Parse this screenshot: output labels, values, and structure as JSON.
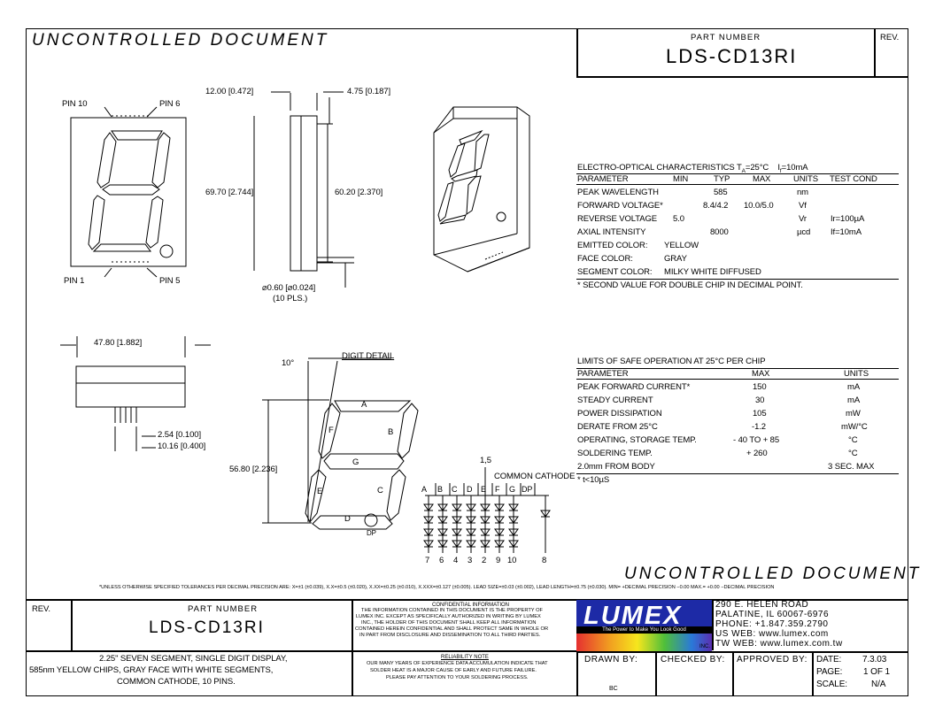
{
  "header": {
    "watermark": "UNCONTROLLED DOCUMENT",
    "part_number_label": "PART NUMBER",
    "part_number": "LDS-CD13RI",
    "rev_label": "REV."
  },
  "dims": {
    "pin10": "PIN 10",
    "pin6": "PIN 6",
    "pin1": "PIN 1",
    "pin5": "PIN 5",
    "depth": "12.00 [0.472]",
    "thick": "4.75 [0.187]",
    "height": "69.70 [2.744]",
    "inner": "60.20 [2.370]",
    "pin_dia": "⌀0.60 [⌀0.024]",
    "pin_count": "(10 PLS.)",
    "width": "47.80 [1.882]",
    "pitch": "2.54 [0.100]",
    "span": "10.16 [0.400]",
    "digit_h": "56.80 [2.236]",
    "angle": "10°",
    "digit_detail": "DIGIT DETAIL",
    "seg_a": "A",
    "seg_b": "B",
    "seg_c": "C",
    "seg_d": "D",
    "seg_e": "E",
    "seg_f": "F",
    "seg_g": "G",
    "dp": "DP"
  },
  "circuit": {
    "common_pins": "1,5",
    "common_label": "COMMON CATHODE",
    "segments": [
      "A",
      "B",
      "C",
      "D",
      "E",
      "F",
      "G",
      "DP"
    ],
    "pins": [
      "7",
      "6",
      "4",
      "3",
      "2",
      "9",
      "10",
      "8"
    ]
  },
  "eo": {
    "title": "ELECTRO-OPTICAL CHARACTERISTICS T",
    "title_sub": "A",
    "title_temp": "=25°C",
    "title_if": "I",
    "title_if_sub": "f",
    "title_if_val": "=10mA",
    "headers": [
      "PARAMETER",
      "MIN",
      "TYP",
      "MAX",
      "UNITS",
      "TEST COND"
    ],
    "rows": [
      [
        "PEAK WAVELENGTH",
        "",
        "585",
        "",
        "nm",
        ""
      ],
      [
        "FORWARD VOLTAGE*",
        "",
        "8.4/4.2",
        "10.0/5.0",
        "Vf",
        ""
      ],
      [
        "REVERSE VOLTAGE",
        "5.0",
        "",
        "",
        "Vr",
        "Ir=100µA"
      ],
      [
        "AXIAL INTENSITY",
        "",
        "8000",
        "",
        "µcd",
        "If=10mA"
      ]
    ],
    "emitted_label": "EMITTED COLOR:",
    "emitted": "YELLOW",
    "face_label": "FACE COLOR:",
    "face": "GRAY",
    "segment_label": "SEGMENT COLOR:",
    "segment": "MILKY WHITE DIFFUSED",
    "note": "* SECOND VALUE FOR DOUBLE CHIP IN DECIMAL POINT."
  },
  "limits": {
    "title": "LIMITS OF SAFE OPERATION AT 25°C PER CHIP",
    "headers": [
      "PARAMETER",
      "MAX",
      "UNITS"
    ],
    "rows": [
      [
        "PEAK FORWARD CURRENT*",
        "150",
        "mA"
      ],
      [
        "STEADY CURRENT",
        "30",
        "mA"
      ],
      [
        "POWER DISSIPATION",
        "105",
        "mW"
      ],
      [
        "DERATE FROM 25°C",
        "-1.2",
        "mW/°C"
      ],
      [
        "OPERATING, STORAGE TEMP.",
        "- 40 TO + 85",
        "°C"
      ],
      [
        "SOLDERING TEMP.",
        "+ 260",
        "°C"
      ],
      [
        "2.0mm FROM BODY",
        "",
        "3 SEC. MAX"
      ]
    ],
    "note": "* t<10µS"
  },
  "tolerance": "*UNLESS OTHERWISE SPECIFIED TOLERANCES PER DECIMAL PRECISION ARE: X=±1 (±0.039), X.X=±0.5 (±0.020), X.XX=±0.25 (±0.010), X.XXX=±0.127 (±0.005).  LEAD SIZE=±0.03 (±0.002), LEAD LENGTH=±0.75 (±0.030). MIN= +DECIMAL PRECISION −0.00  MAX.= +0.00 −DECIMAL PRECISION",
  "footer": {
    "rev_label": "REV.",
    "part_number_label": "PART NUMBER",
    "part_number": "LDS-CD13RI",
    "description": [
      "2.25\" SEVEN SEGMENT, SINGLE DIGIT DISPLAY,",
      "585nm YELLOW CHIPS, GRAY FACE WITH WHITE SEGMENTS,",
      "COMMON CATHODE, 10 PINS."
    ],
    "confidential_title": "CONFIDENTIAL INFORMATION",
    "confidential": [
      "THE INFORMATION CONTAINED IN THIS DOCUMENT IS THE PROPERTY OF",
      "LUMEX INC.  EXCEPT AS SPECIFICALLY AUTHORIZED IN WRITING BY LUMEX",
      "INC., THE HOLDER OF THIS DOCUMENT SHALL KEEP ALL INFORMATION",
      "CONTAINED HEREIN CONFIDENTIAL AND SHALL PROTECT SAME IN WHOLE OR",
      "IN PART FROM DISCLOSURE AND DISSEMINATION TO ALL THIRD PARTIES."
    ],
    "reliability_title": "RELIABILITY NOTE",
    "reliability": [
      "OUR MANY YEARS OF EXPERIENCE DATA ACCUMULATION INDICATE THAT",
      "SOLDER HEAT IS A MAJOR CAUSE OF EARLY AND FUTURE FAILURE.",
      "PLEASE PAY ATTENTION TO YOUR SOLDERING PROCESS."
    ],
    "logo": "LUMEX",
    "logo_tag": "The Power to Make You Look Good",
    "logo_inc": "INC.",
    "address": [
      "290 E. HELEN ROAD",
      "PALATINE, IL  60067-6976",
      "PHONE: +1.847.359.2790",
      "US WEB: www.lumex.com",
      "TW WEB: www.lumex.com.tw"
    ],
    "drawn_label": "DRAWN BY:",
    "drawn": "BC",
    "checked_label": "CHECKED BY:",
    "approved_label": "APPROVED BY:",
    "date_label": "DATE:",
    "date": "7.3.03",
    "page_label": "PAGE:",
    "page": "1 OF 1",
    "scale_label": "SCALE:",
    "scale": "N/A"
  },
  "watermark2": "UNCONTROLLED DOCUMENT"
}
